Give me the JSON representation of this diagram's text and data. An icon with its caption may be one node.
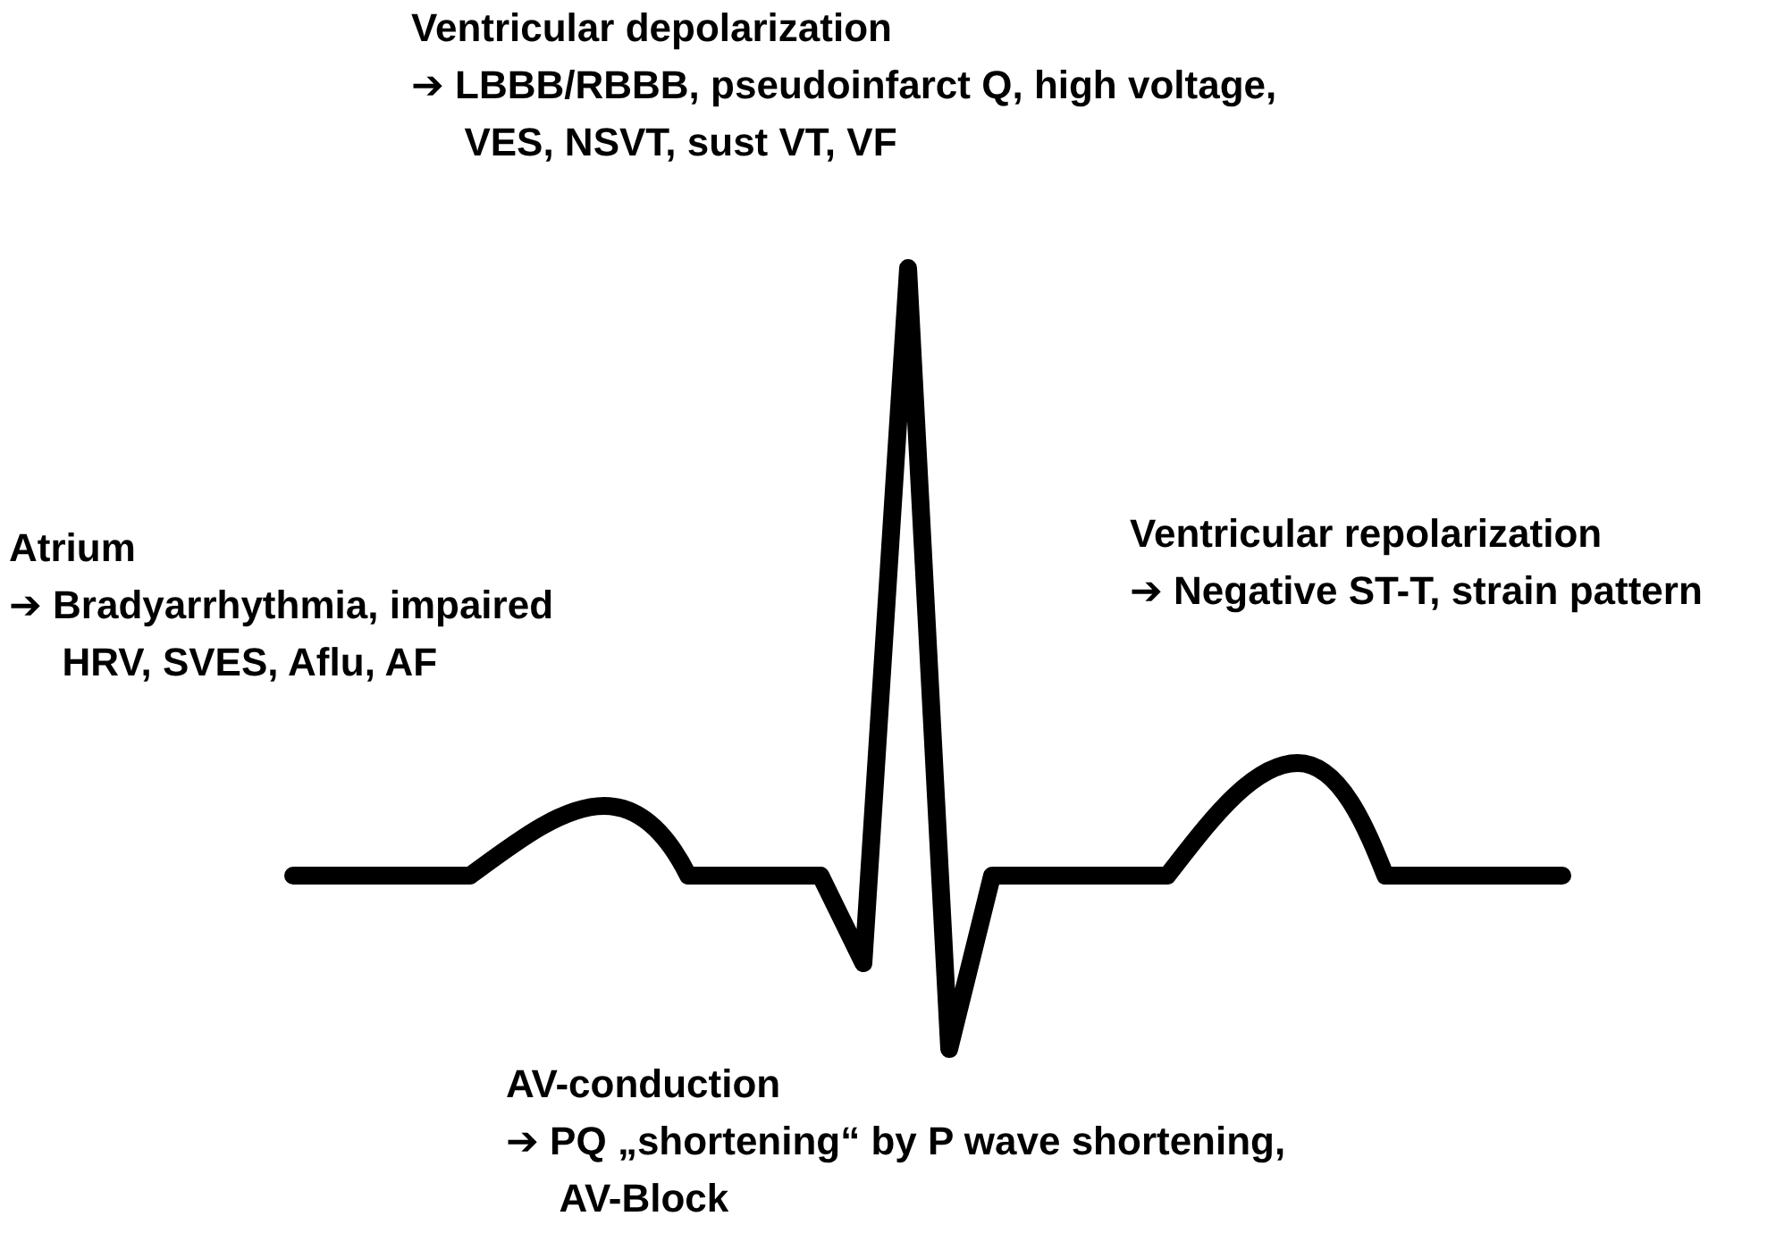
{
  "diagram": {
    "labels": [
      "Ventricular depolarization",
      "➔ LBBB/RBBB, pseudoinfarct Q, high voltage, VES, NSVT, sust VT, VF",
      "Atrium",
      "➔ Bradyarrhythmia, impaired HRV, SVES, Aflu, AF",
      "Ventricular repolarization",
      "➔ Negative ST-T, strain pattern",
      "AV-conduction",
      "➔ PQ „shortening“ by P wave shortening, AV-Block"
    ]
  }
}
